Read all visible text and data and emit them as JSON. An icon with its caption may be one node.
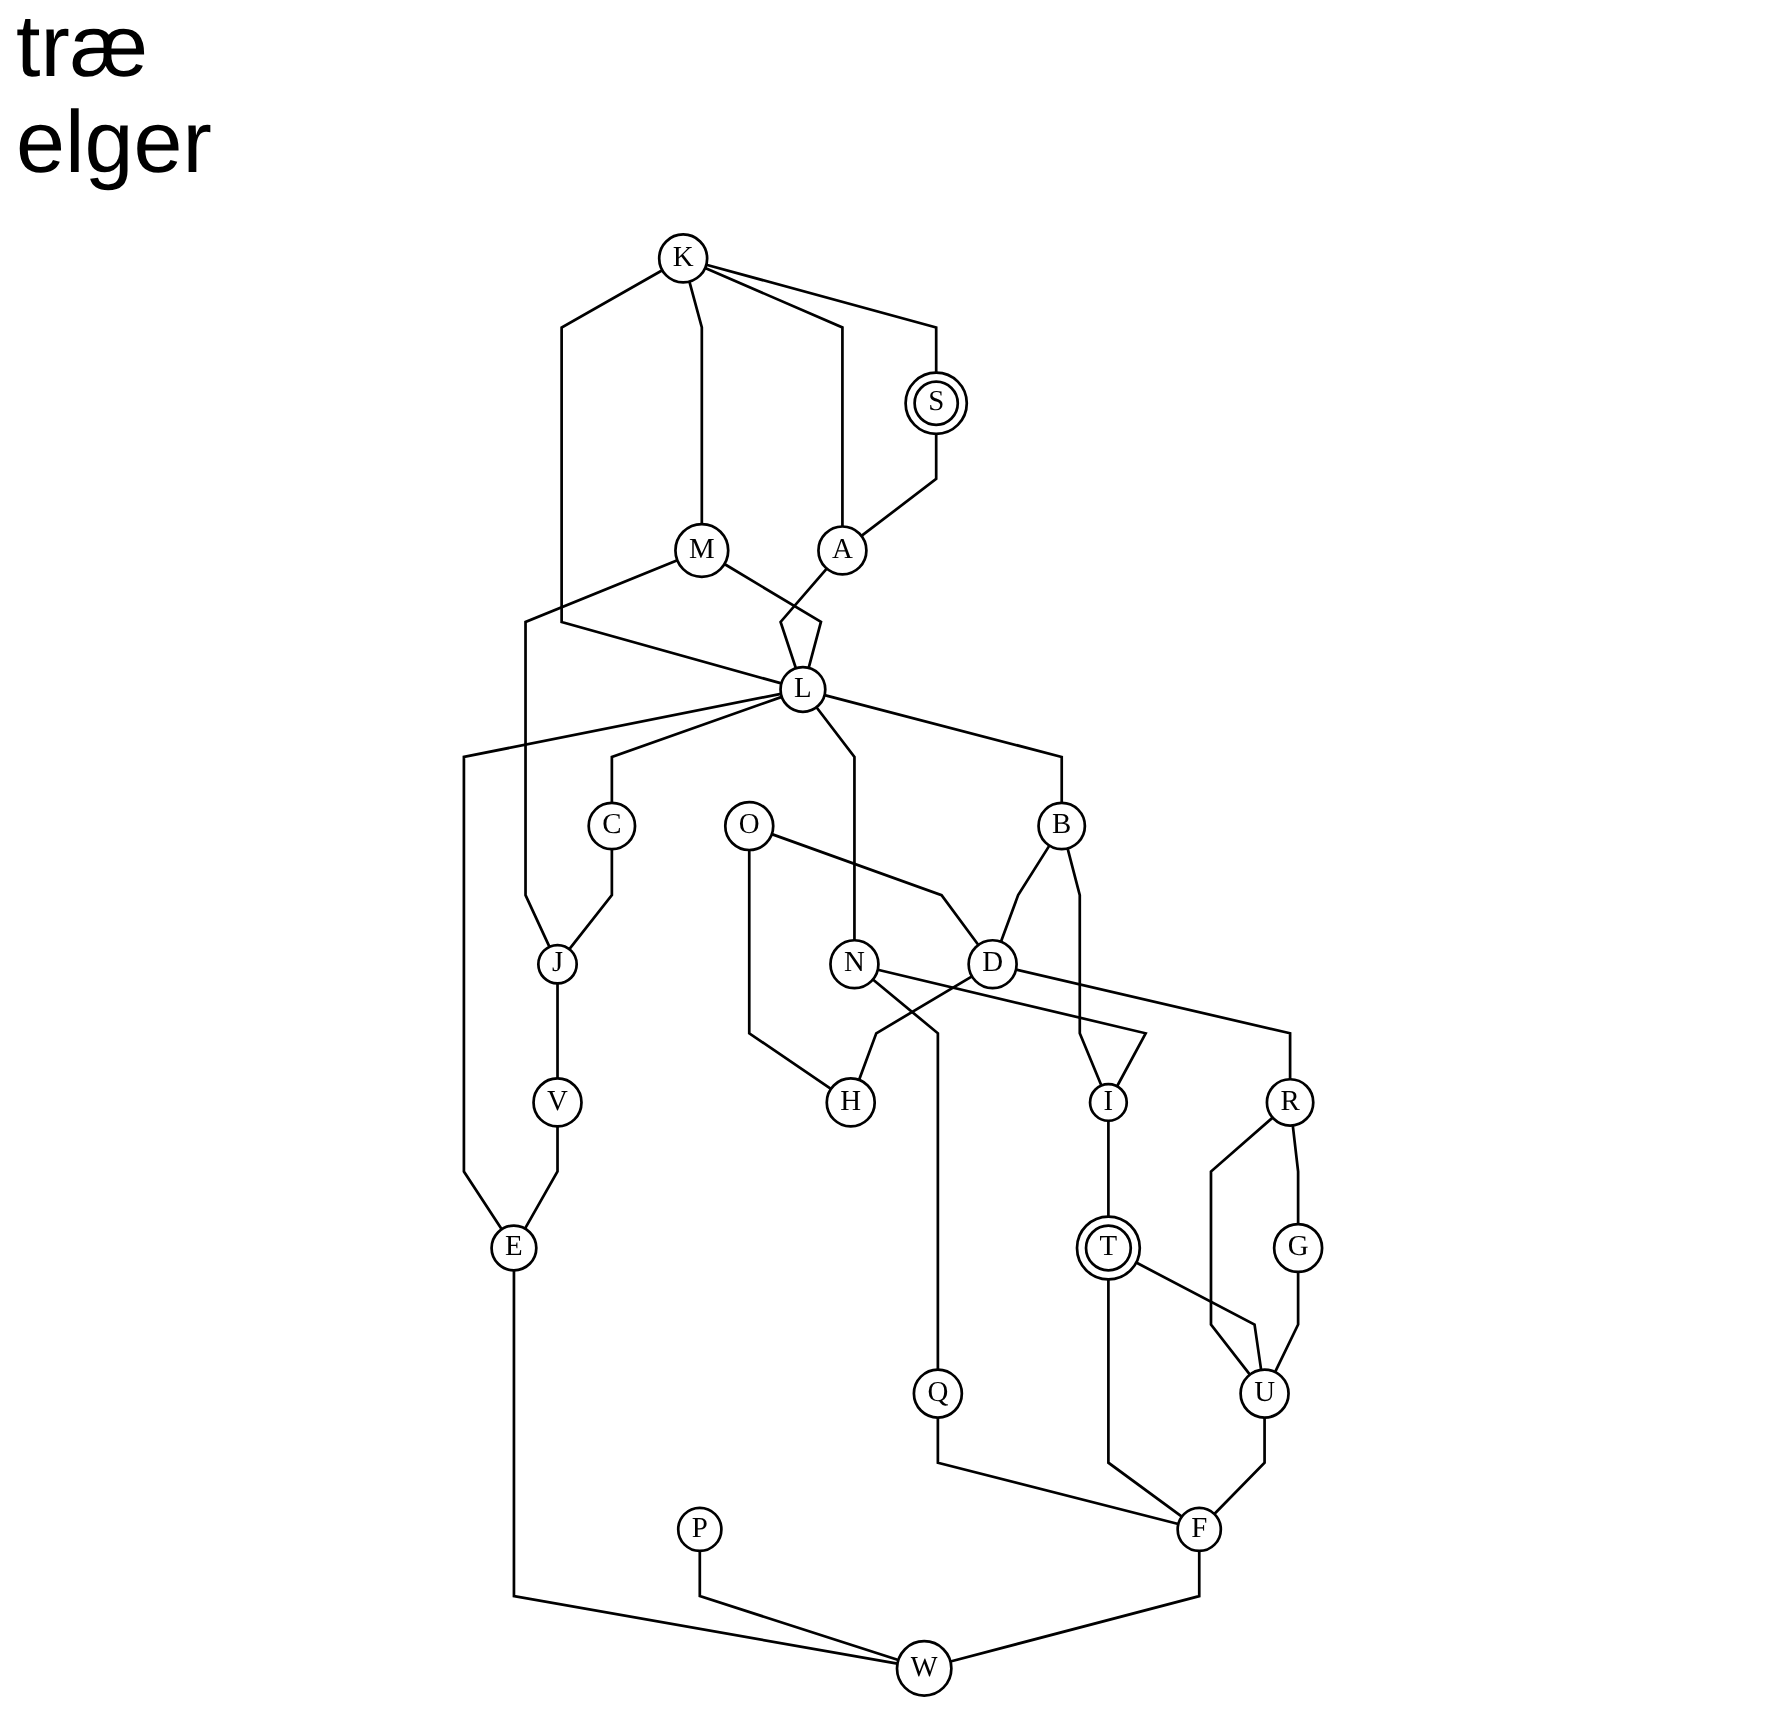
{
  "diagram": {
    "nodes": [
      {
        "text": [
          "K"
        ]
      },
      {
        "text": [
          "M"
        ]
      },
      {
        "text": [
          "S"
        ]
      },
      {
        "text": [
          "A"
        ]
      },
      {
        "text": [
          "L"
        ]
      },
      {
        "text": [
          "J"
        ]
      },
      {
        "text": [
          "C"
        ]
      },
      {
        "text": [
          "O"
        ]
      },
      {
        "text": [
          "B"
        ]
      },
      {
        "text": [
          "V"
        ]
      },
      {
        "text": [
          "N"
        ]
      },
      {
        "text": [
          "E"
        ]
      },
      {
        "text": [
          "D"
        ]
      },
      {
        "text": [
          "I"
        ]
      },
      {
        "text": [
          "Q"
        ]
      },
      {
        "text": [
          "P"
        ]
      },
      {
        "text": [
          "H"
        ]
      },
      {
        "text": [
          "R"
        ]
      },
      {
        "text": [
          "T"
        ]
      },
      {
        "text": [
          "W"
        ]
      },
      {
        "text": [
          "F"
        ]
      },
      {
        "text": [
          "G"
        ]
      },
      {
        "text": [
          "U"
        ]
      }
    ],
    "edges": [
      {
        "from": 0,
        "to": 1,
        "arrow": "none"
      },
      {
        "from": 0,
        "to": 2,
        "arrow": "none"
      },
      {
        "from": 0,
        "to": 3,
        "arrow": "none"
      },
      {
        "from": 0,
        "to": 4,
        "arrow": "none"
      },
      {
        "from": 2,
        "to": 3,
        "arrow": "none"
      },
      {
        "from": 3,
        "to": 4,
        "arrow": "none"
      },
      {
        "from": 1,
        "to": 4,
        "arrow": "none"
      },
      {
        "from": 1,
        "to": 5,
        "arrow": "none"
      },
      {
        "from": 4,
        "to": 6,
        "arrow": "none"
      },
      {
        "from": 6,
        "to": 5,
        "arrow": "none"
      },
      {
        "from": 5,
        "to": 9,
        "arrow": "none"
      },
      {
        "from": 4,
        "to": 8,
        "arrow": "none"
      },
      {
        "from": 4,
        "to": 10,
        "arrow": "none"
      },
      {
        "from": 4,
        "to": 11,
        "arrow": "none"
      },
      {
        "from": 9,
        "to": 11,
        "arrow": "none"
      },
      {
        "from": 7,
        "to": 12,
        "arrow": "none"
      },
      {
        "from": 7,
        "to": 16,
        "arrow": "none"
      },
      {
        "from": 8,
        "to": 12,
        "arrow": "none"
      },
      {
        "from": 12,
        "to": 16,
        "arrow": "none"
      },
      {
        "from": 8,
        "to": 13,
        "arrow": "none"
      },
      {
        "from": 10,
        "to": 13,
        "arrow": "none"
      },
      {
        "from": 10,
        "to": 14,
        "arrow": "none"
      },
      {
        "from": 12,
        "to": 17,
        "arrow": "none"
      },
      {
        "from": 13,
        "to": 18,
        "arrow": "none"
      },
      {
        "from": 14,
        "to": 20,
        "arrow": "none"
      },
      {
        "from": 11,
        "to": 19,
        "arrow": "none"
      },
      {
        "from": 15,
        "to": 19,
        "arrow": "none"
      },
      {
        "from": 17,
        "to": 21,
        "arrow": "none"
      },
      {
        "from": 17,
        "to": 22,
        "arrow": "none"
      },
      {
        "from": 18,
        "to": 20,
        "arrow": "none"
      },
      {
        "from": 18,
        "to": 22,
        "arrow": "none"
      },
      {
        "from": 20,
        "to": 19,
        "arrow": "none"
      },
      {
        "from": 21,
        "to": 22,
        "arrow": "none"
      },
      {
        "from": 22,
        "to": 20,
        "arrow": "none"
      }
    ],
    "labels": [
      "træ",
      "elger"
    ]
  }
}
